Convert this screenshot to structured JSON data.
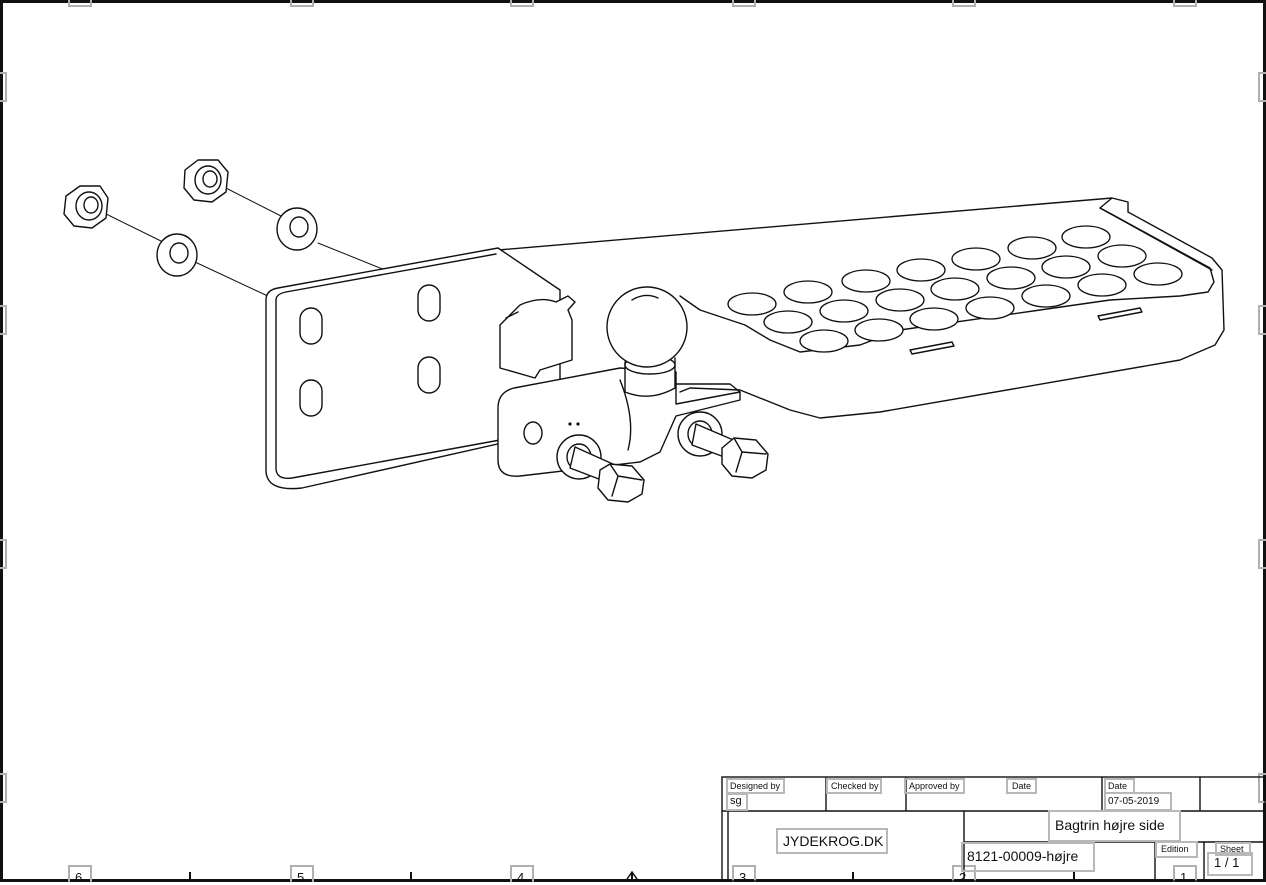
{
  "frame": {
    "zone_labels": [
      "6",
      "5",
      "4",
      "3",
      "2",
      "1"
    ]
  },
  "title_block": {
    "designed_by_label": "Designed by",
    "designed_by_value": "sg",
    "checked_by_label": "Checked by",
    "approved_by_label": "Approved by",
    "date_label_1": "Date",
    "date_label_2": "Date",
    "date_value": "07-05-2019",
    "company": "JYDEKROG.DK",
    "title": "Bagtrin højre side",
    "part_number": "8121-00009-højre",
    "edition_label": "Edition",
    "sheet_label": "Sheet",
    "sheet_value": "1 / 1"
  },
  "drawing": {
    "parts": [
      "nut",
      "nut",
      "washer",
      "washer",
      "bracket",
      "tow-ball",
      "bolt",
      "bolt",
      "step-plate"
    ]
  }
}
